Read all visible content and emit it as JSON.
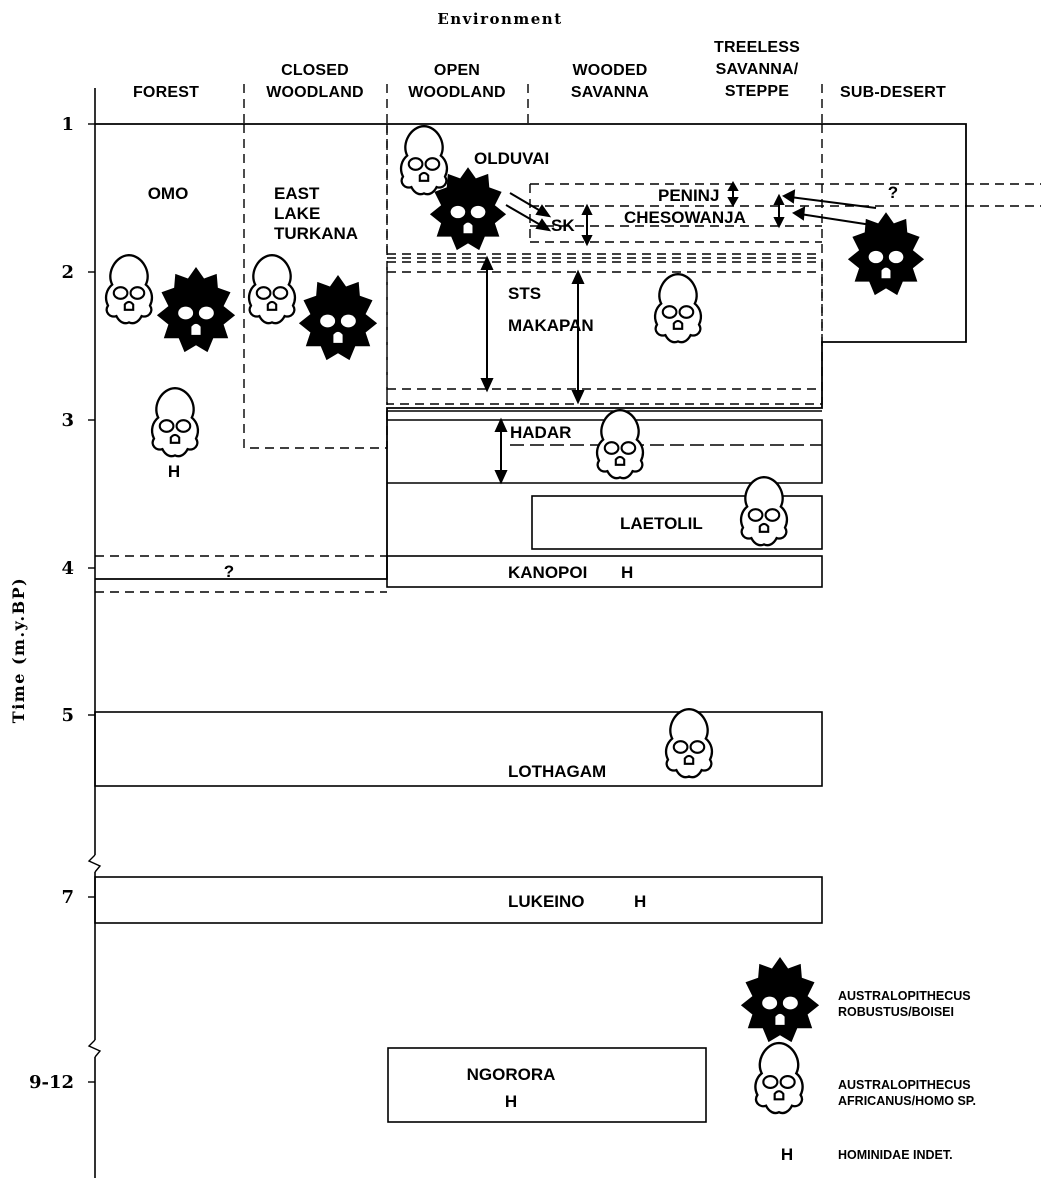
{
  "header": {
    "title": "Environment",
    "columns": [
      {
        "line1": "",
        "line2": "FOREST"
      },
      {
        "line1": "CLOSED",
        "line2": "WOODLAND"
      },
      {
        "line1": "OPEN",
        "line2": "WOODLAND"
      },
      {
        "line1": "WOODED",
        "line2": "SAVANNA"
      },
      {
        "line1": "TREELESS",
        "line2": "SAVANNA/",
        "line3": "STEPPE"
      },
      {
        "line1": "",
        "line2": "SUB-DESERT"
      }
    ]
  },
  "axis": {
    "label": "Time (m.y.BP)",
    "ticks": [
      "1",
      "2",
      "3",
      "4",
      "5",
      "7",
      "9-12"
    ]
  },
  "sites": {
    "omo": "OMO",
    "east_lake_turkana": [
      "EAST",
      "LAKE",
      "TURKANA"
    ],
    "olduvai": "OLDUVAI",
    "peninj": "PENINJ",
    "chesowanja": "CHESOWANJA",
    "sk": "SK",
    "sts": "STS",
    "makapan": "MAKAPAN",
    "hadar": "HADAR",
    "laetolil": "LAETOLIL",
    "kanopoi": "KANOPOI",
    "lothagam": "LOTHAGAM",
    "lukeino": "LUKEINO",
    "ngorora": "NGORORA"
  },
  "marks": {
    "h": "H",
    "question": "?"
  },
  "legend": {
    "robustus": [
      "AUSTRALOPITHECUS",
      "ROBUSTUS/BOISEI"
    ],
    "africanus": [
      "AUSTRALOPITHECUS",
      "AFRICANUS/HOMO SP."
    ],
    "indet_symbol": "H",
    "indet": "HOMINIDAE INDET."
  }
}
